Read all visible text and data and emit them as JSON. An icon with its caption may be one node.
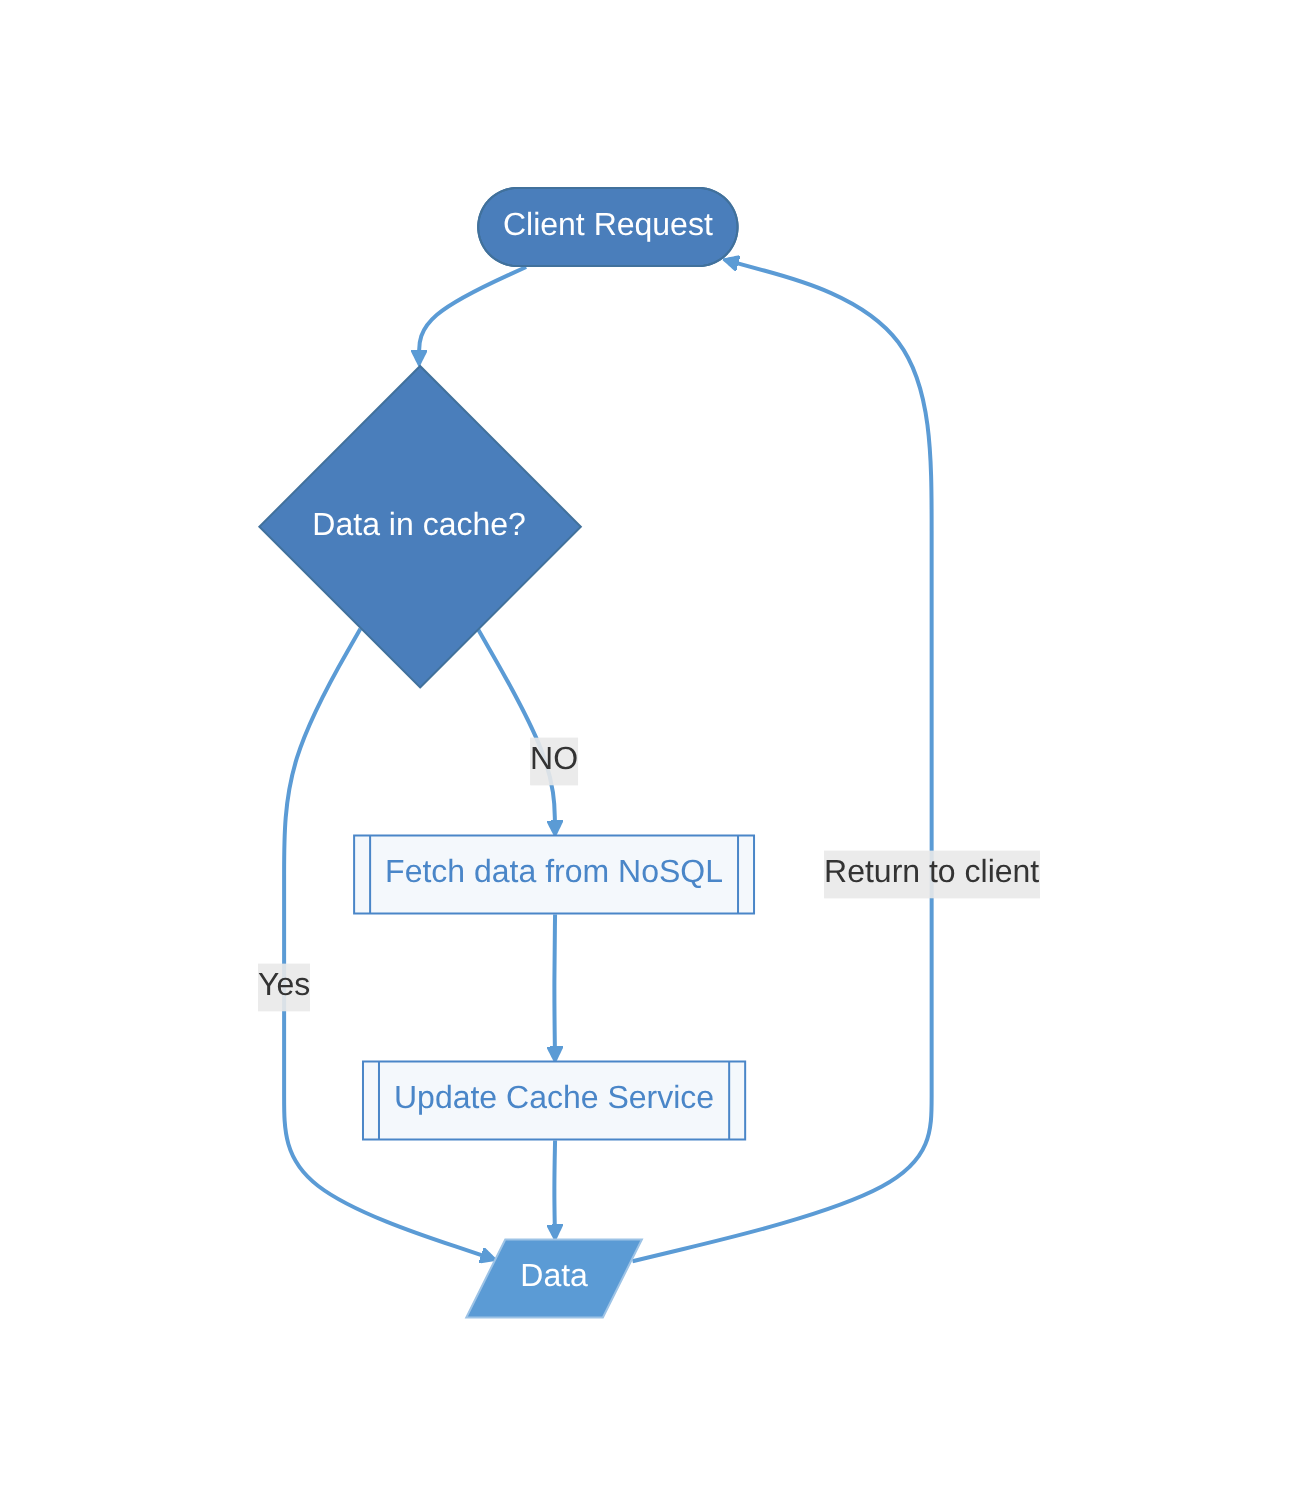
{
  "diagram": {
    "nodes": [
      {
        "text": [
          "Client Request"
        ]
      },
      {
        "text": [
          "Data in cache?"
        ]
      },
      {
        "text": [
          "Data"
        ]
      },
      {
        "text": [
          "Fetch data from NoSQL"
        ]
      },
      {
        "text": [
          "Update Cache Service"
        ]
      }
    ],
    "edges": [
      {
        "from": 0,
        "to": 1,
        "arrow": "to"
      },
      {
        "from": 1,
        "to": 2,
        "arrow": "to",
        "label": "Yes"
      },
      {
        "from": 2,
        "to": 0,
        "arrow": "to",
        "label": "Return to client"
      },
      {
        "from": 1,
        "to": 3,
        "arrow": "to",
        "label": "NO"
      },
      {
        "from": 3,
        "to": 4,
        "arrow": "to"
      },
      {
        "from": 4,
        "to": 2,
        "arrow": "to"
      }
    ]
  }
}
